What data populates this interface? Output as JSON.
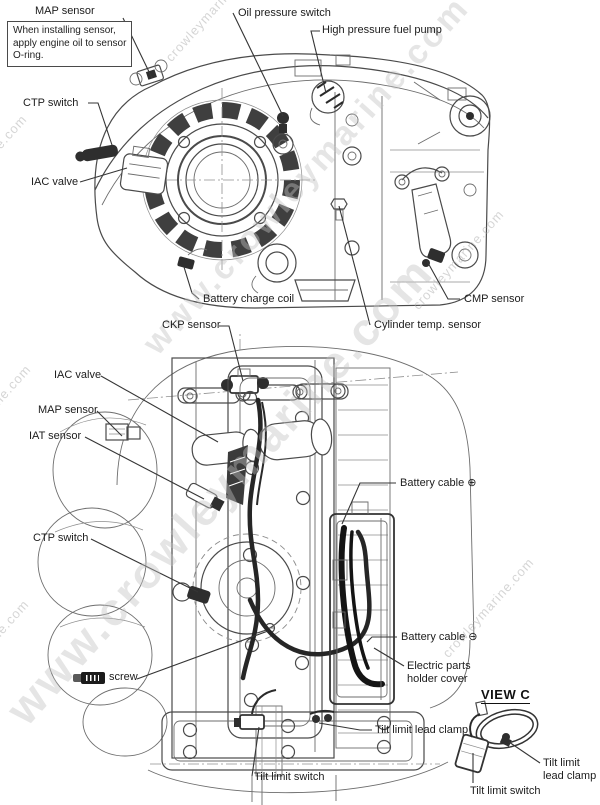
{
  "watermark": {
    "text": "www.crowleymarine.com",
    "fragment": "crowleymarine.com"
  },
  "top_diagram": {
    "map_sensor_label": "MAP sensor",
    "install_note_lines": [
      "When installing sensor,",
      "apply engine oil to sensor",
      "O-ring."
    ],
    "oil_pressure_switch_label": "Oil pressure switch",
    "high_pressure_fuel_pump_label": "High pressure fuel pump",
    "ctp_switch_label": "CTP switch",
    "iac_valve_label": "IAC valve",
    "battery_charge_coil_label": "Battery charge coil",
    "ckp_sensor_label": "CKP sensor",
    "cylinder_temp_sensor_label": "Cylinder temp. sensor",
    "cmp_sensor_label": "CMP sensor"
  },
  "side_diagram": {
    "iac_valve_label": "IAC valve",
    "map_sensor_label": "MAP sensor",
    "iat_sensor_label": "IAT sensor",
    "ctp_switch_label": "CTP switch",
    "battery_cable_positive_label": "Battery cable ⊕",
    "battery_cable_negative_label": "Battery cable ⊖",
    "electric_parts_holder_cover_lines": [
      "Electric parts",
      "holder cover"
    ],
    "screw_label": "screw",
    "tilt_limit_lead_clamp_label": "Tilt limit lead clamp",
    "tilt_limit_switch_label": "Tilt limit switch"
  },
  "view_c": {
    "title": "VIEW C",
    "tilt_limit_lead_clamp_lines": [
      "Tilt limit",
      "lead clamp"
    ],
    "tilt_limit_switch_label": "Tilt limit switch"
  }
}
